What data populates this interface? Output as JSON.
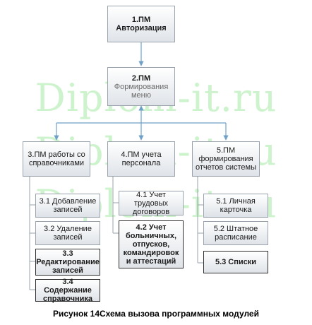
{
  "watermark": "Diplom-it.ru",
  "root": {
    "label": "1.ПМ Авторизация"
  },
  "menu": {
    "title": "2.ПМ",
    "subtitle": "Формирования меню"
  },
  "branches": [
    {
      "label": "3.ПМ работы со справочниками",
      "items": [
        "3.1 Добавление записей",
        "3.2 Удаление записей",
        "3.3 Редактирование записей",
        "3.4 Содержание справочника"
      ]
    },
    {
      "label": "4.ПМ учета персонала",
      "items": [
        "4.1 Учет трудовых договоров",
        "4.2 Учет больничных, отпусков, командировок и аттестаций"
      ]
    },
    {
      "label": "5.ПМ формирования отчетов системы",
      "items": [
        "5.1 Личная карточка",
        "5.2 Штатное расписание",
        "5.3 Списки"
      ]
    }
  ],
  "caption": "Рисунок 14Схема вызова программных модулей",
  "colors": {
    "wire": "#6fa0c8",
    "border": "#9aa3ad",
    "watermark": "#7ee07e"
  }
}
